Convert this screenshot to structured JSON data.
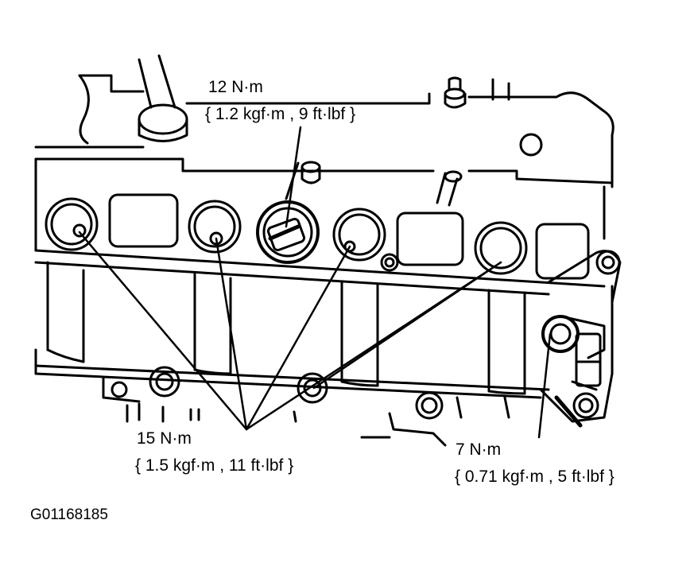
{
  "callouts": {
    "top": {
      "torque": "12 N·m",
      "conversion": "{ 1.2 kgf·m , 9 ft·lbf }"
    },
    "bottom_left": {
      "torque": "15 N·m",
      "conversion": "{ 1.5 kgf·m , 11 ft·lbf }"
    },
    "bottom_right": {
      "torque": "7 N·m",
      "conversion": "{ 0.71 kgf·m , 5 ft·lbf }"
    }
  },
  "figure_code": "G01168185",
  "colors": {
    "ink": "#000000",
    "paper": "#ffffff"
  }
}
